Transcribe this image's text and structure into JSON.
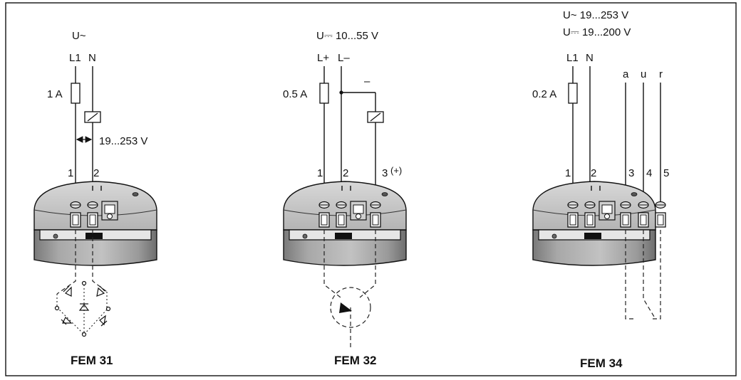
{
  "units": [
    {
      "title": "FEM 31",
      "supply": "U~",
      "terminals_top": [
        "L1",
        "N"
      ],
      "fuse": "1 A",
      "voltage_note": "19...253 V",
      "terminal_numbers": [
        "1",
        "2"
      ]
    },
    {
      "title": "FEM 32",
      "supply": "U⎓ 10...55 V",
      "terminals_top": [
        "L+",
        "L–"
      ],
      "fuse": "0.5 A",
      "minus_sign": "–",
      "terminal_numbers": [
        "1",
        "2",
        "3"
      ],
      "plus_note": "(+)"
    },
    {
      "title": "FEM 34",
      "supply_lines": [
        "U~ 19...253 V",
        "U⎓ 19...200 V"
      ],
      "terminals_top": [
        "L1",
        "N"
      ],
      "fuse": "0.2 A",
      "relay_labels": [
        "a",
        "u",
        "r"
      ],
      "terminal_numbers": [
        "1",
        "2",
        "3",
        "4",
        "5"
      ]
    }
  ]
}
